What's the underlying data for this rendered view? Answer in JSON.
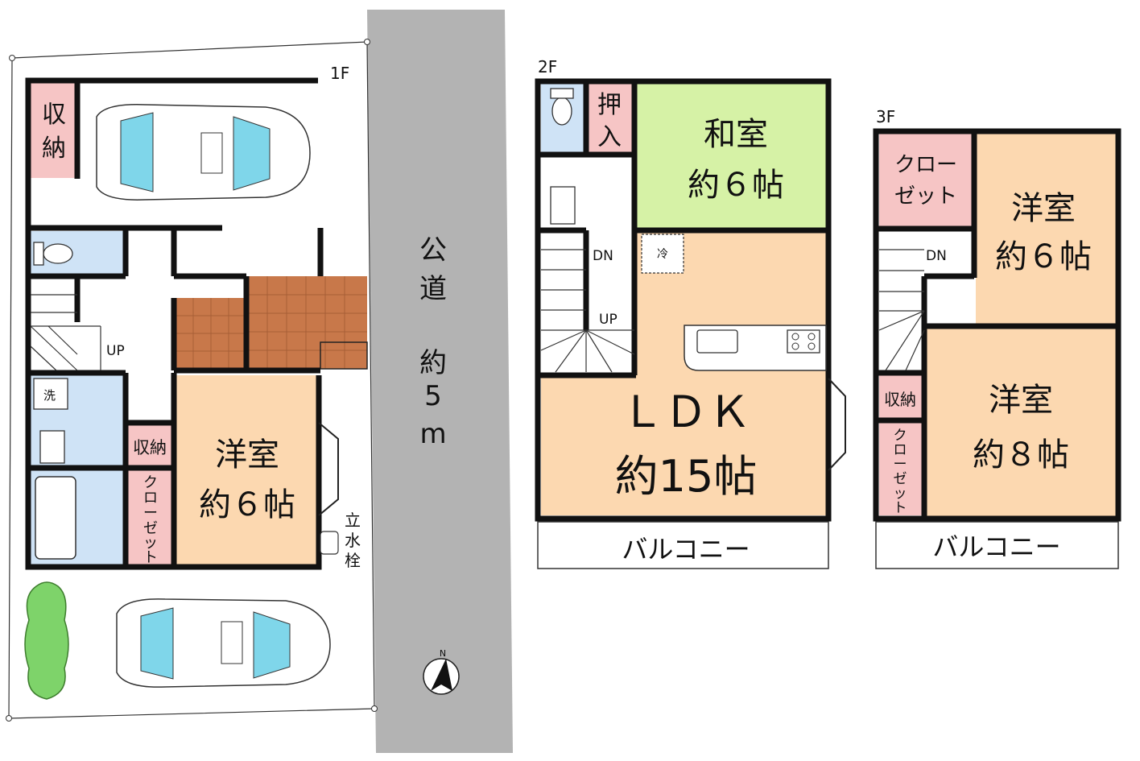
{
  "floors": {
    "f1": "1F",
    "f2": "2F",
    "f3": "3F"
  },
  "road": {
    "label_1": "公",
    "label_2": "道",
    "label_3": "約",
    "label_4": "5",
    "label_5": "m"
  },
  "first_floor": {
    "storage_1": "収",
    "storage_2": "納",
    "up": "UP",
    "wash": "洗",
    "storage_small": "収納",
    "closet": [
      "ク",
      "ロ",
      "ー",
      "ゼ",
      "ッ",
      "ト"
    ],
    "room_name": "洋室",
    "room_size": "約６帖",
    "faucet_1": "立",
    "faucet_2": "水",
    "faucet_3": "栓"
  },
  "second_floor": {
    "oshiire_1": "押",
    "oshiire_2": "入",
    "washitsu_name": "和室",
    "washitsu_size": "約６帖",
    "dn": "DN",
    "up": "UP",
    "fridge": "冷",
    "ldk_name": "ＬＤＫ",
    "ldk_size": "約15帖",
    "balcony": "バルコニー"
  },
  "third_floor": {
    "closet_1": "クロー",
    "closet_2": "ゼット",
    "room_a_name": "洋室",
    "room_a_size": "約６帖",
    "dn": "DN",
    "storage": "収納",
    "closet_v": [
      "ク",
      "ロ",
      "ー",
      "ゼ",
      "ッ",
      "ト"
    ],
    "room_b_name": "洋室",
    "room_b_size": "約８帖",
    "balcony": "バルコニー"
  },
  "compass": {
    "north": "N"
  },
  "colors": {
    "wall": "#111111",
    "road": "#b3b3b3",
    "pink_storage": "#f6c5c5",
    "blue_wet": "#cfe3f6",
    "orange_room": "#fcd8b0",
    "green_tatami": "#d6f2a6",
    "tile": "#c8784a",
    "car_glass": "#7fd6ea",
    "tree": "#7ed36a"
  }
}
